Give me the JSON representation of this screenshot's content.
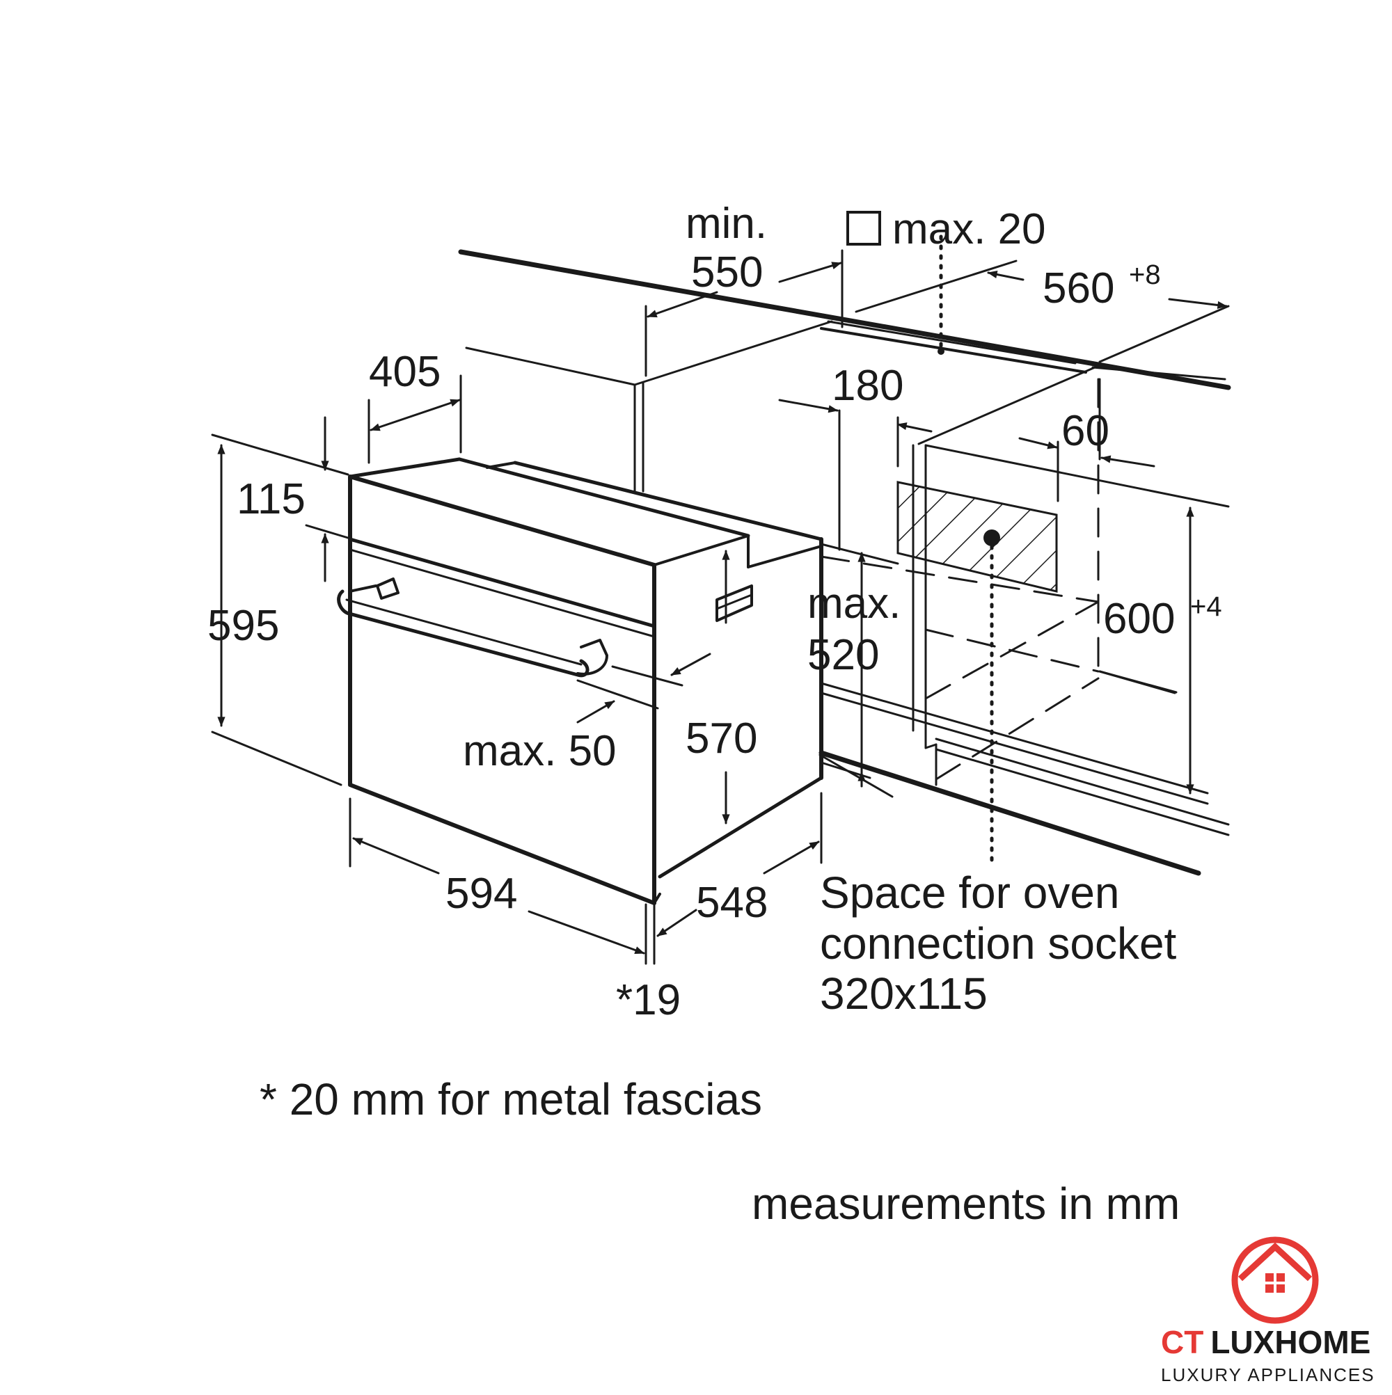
{
  "labels": {
    "min": "min.",
    "550": "550",
    "max20": "max. 20",
    "560": "560",
    "560_tol": "+8",
    "405": "405",
    "180": "180",
    "60": "60",
    "115": "115",
    "595": "595",
    "600": "600",
    "600_tol": "+4",
    "max_dot": "max.",
    "520": "520",
    "max50": "max. 50",
    "570": "570",
    "594": "594",
    "548": "548",
    "star19": "*19"
  },
  "socket_text": [
    "Space for oven",
    "connection socket",
    "320x115"
  ],
  "footnote": "* 20 mm for metal fascias",
  "units_note": "measurements in mm",
  "logo": {
    "brand": "CT LUXHOME",
    "brand_ct": "CT",
    "brand_rest": "LUXHOME",
    "tagline": "LUXURY APPLIANCES",
    "accent": "#e53935",
    "dark": "#1a1a1a"
  }
}
